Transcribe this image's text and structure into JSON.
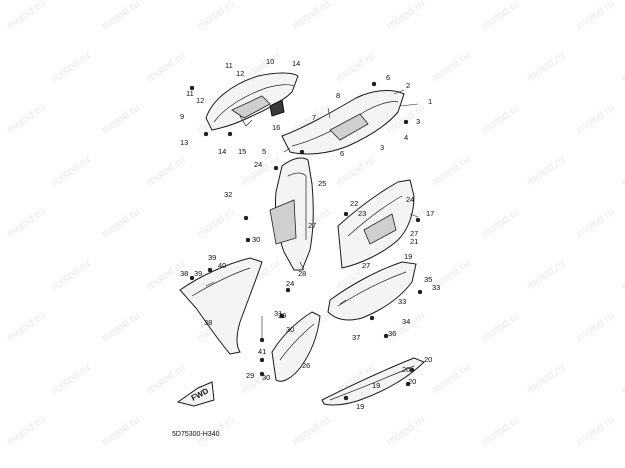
{
  "watermark": "motod.ru",
  "diagram_code": "5D75300-H340",
  "fwd_label": "FWD",
  "callouts": [
    "1",
    "2",
    "3",
    "3",
    "4",
    "5",
    "6",
    "6",
    "7",
    "8",
    "9",
    "10",
    "11",
    "11",
    "12",
    "12",
    "13",
    "14",
    "14",
    "15",
    "16",
    "17",
    "19",
    "19",
    "19",
    "20",
    "20",
    "20",
    "21",
    "22",
    "23",
    "24",
    "24",
    "24",
    "25",
    "26",
    "27",
    "27",
    "27",
    "28",
    "29",
    "29",
    "30",
    "30",
    "30",
    "31",
    "32",
    "33",
    "33",
    "34",
    "35",
    "36",
    "37",
    "38",
    "38",
    "39",
    "39",
    "40",
    "41"
  ]
}
